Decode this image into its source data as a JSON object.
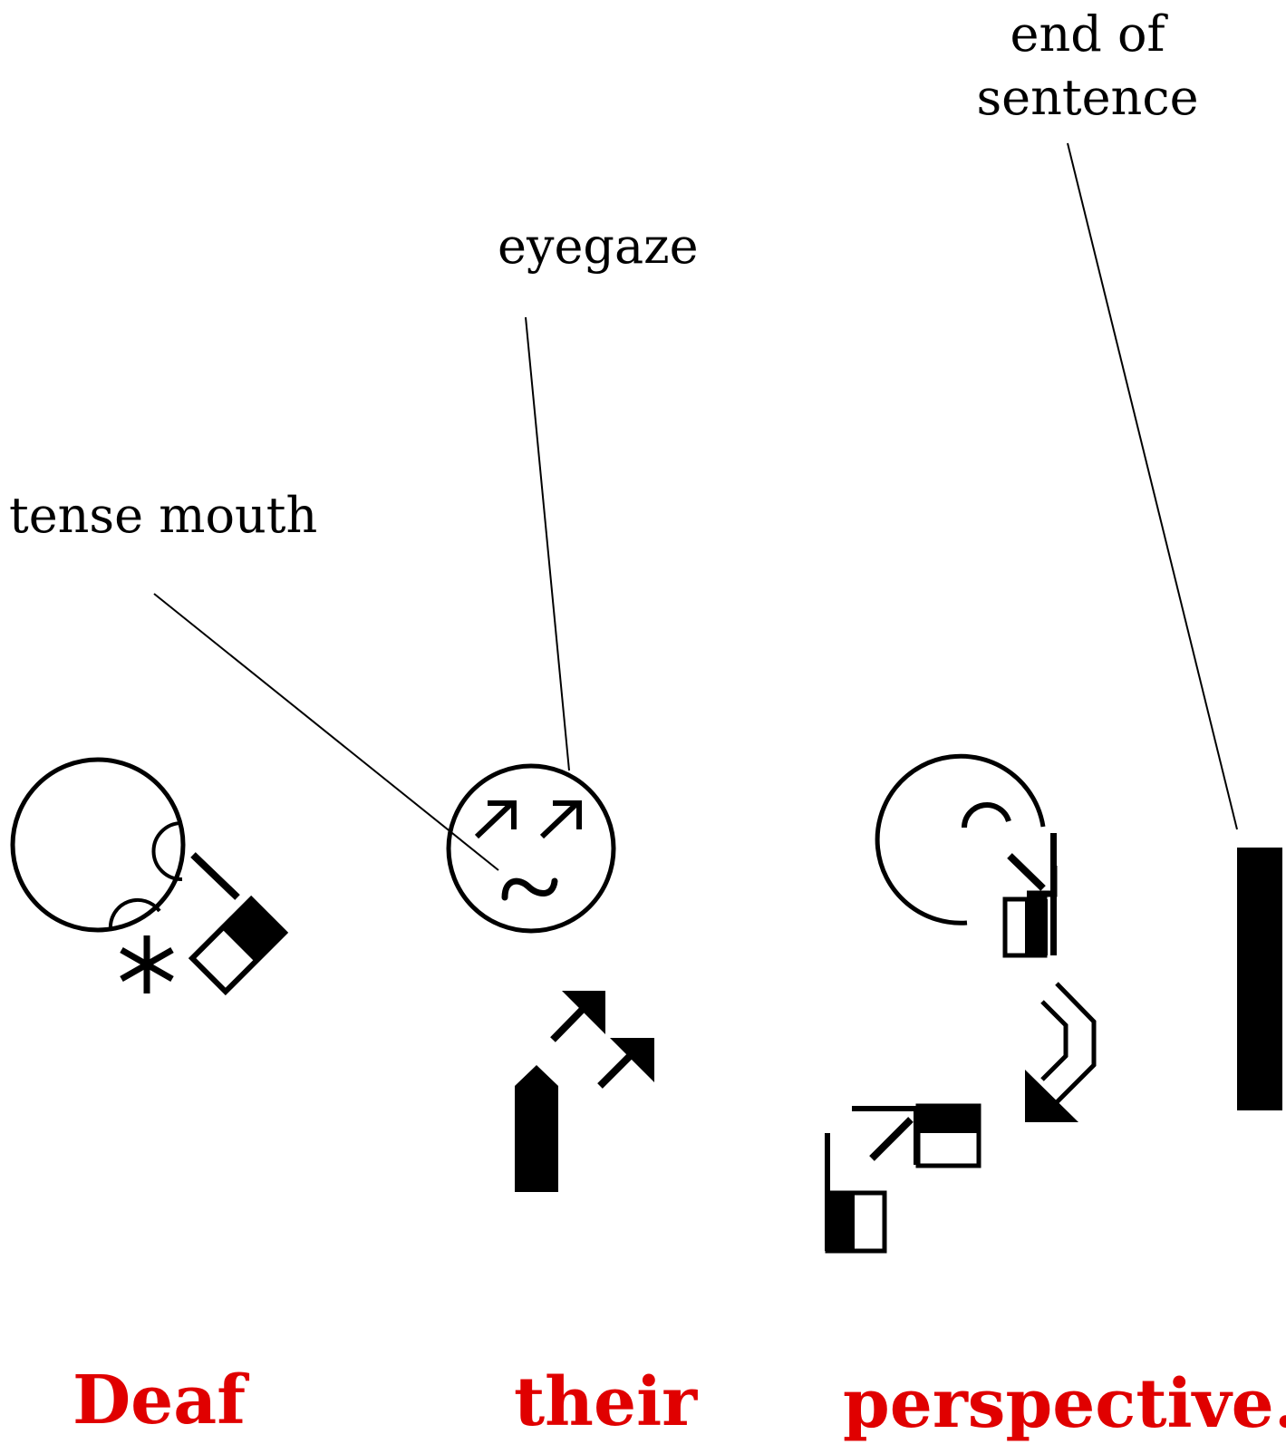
{
  "annotations": {
    "end_of_sentence": [
      "end of",
      "sentence"
    ],
    "eyegaze": "eyegaze",
    "tense_mouth": "tense mouth"
  },
  "words": {
    "deaf": "Deaf",
    "their": "their",
    "perspective": "perspective."
  },
  "colors": {
    "ink": "#000000",
    "gloss": "#e00000",
    "background": "#ffffff"
  }
}
